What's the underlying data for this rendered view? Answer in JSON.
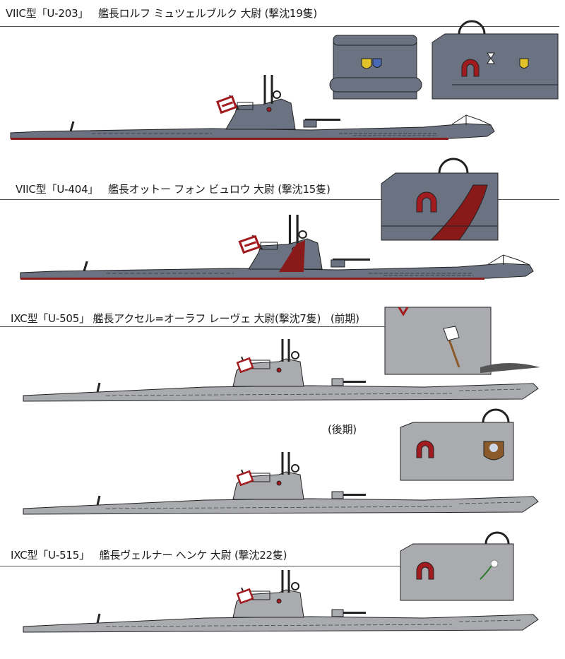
{
  "sections": [
    {
      "type": "VIIC型",
      "boat": "「U-203」",
      "caption": "艦長ロルフ ミュツェルブルク 大尉 (撃沈19隻)"
    },
    {
      "type": "VIIC型",
      "boat": "「U-404」",
      "caption": "艦長オットー フォン ビュロウ 大尉 (撃沈15隻)"
    },
    {
      "type": "IXC型",
      "boat": "「U-505」",
      "caption": "艦長アクセル=オーラフ レーヴェ 大尉(撃沈7隻)",
      "period": "(前期)"
    },
    {
      "period": "(後期)"
    },
    {
      "type": "IXC型",
      "boat": "「U-515」",
      "caption": "艦長ヴェルナー ヘンケ 大尉 (撃沈22隻)"
    }
  ],
  "colors": {
    "viic_hull": "#6b7281",
    "ixc_hull": "#a9abae",
    "waterline": "#8a1a1a",
    "emblem_red": "#a11b1f"
  }
}
